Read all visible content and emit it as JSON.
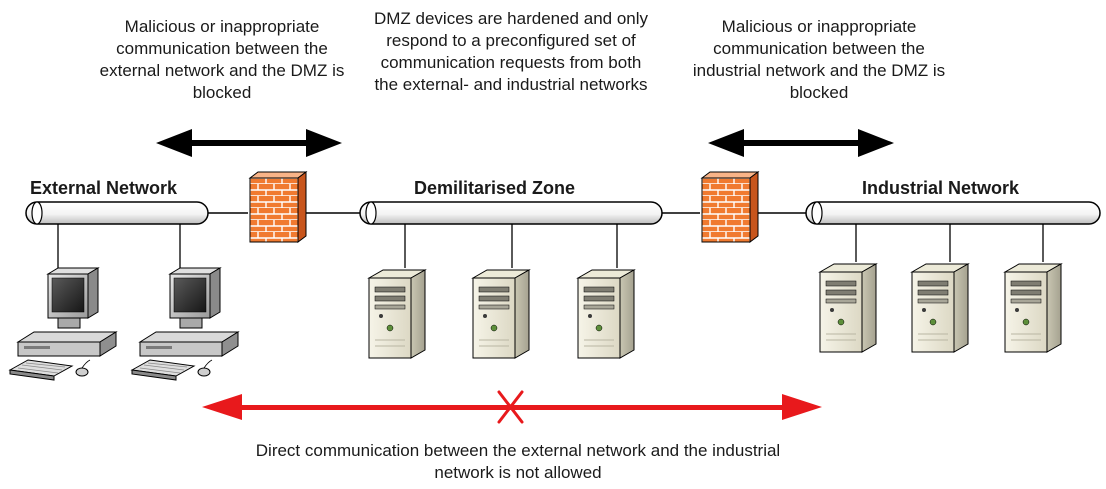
{
  "notes": {
    "external_dmz": "Malicious or inappropriate communication between the external network and the DMZ is blocked",
    "dmz": "DMZ devices are hardened and only respond to a preconfigured set of communication requests from both the external- and industrial networks",
    "industrial_dmz": "Malicious or inappropriate communication between the industrial network and the DMZ is blocked",
    "direct": "Direct communication between the external network and the industrial network is not allowed"
  },
  "zones": {
    "external": "External Network",
    "dmz": "Demilitarised Zone",
    "industrial": "Industrial Network"
  },
  "colors": {
    "blocked_arrow": "#e8191c",
    "firewall": "#f07a30",
    "bus_fill": "#ffffff",
    "outline": "#000000"
  },
  "icons": {
    "firewall": "brick-firewall-icon",
    "workstation": "desktop-computer-icon",
    "server": "tower-server-icon"
  }
}
